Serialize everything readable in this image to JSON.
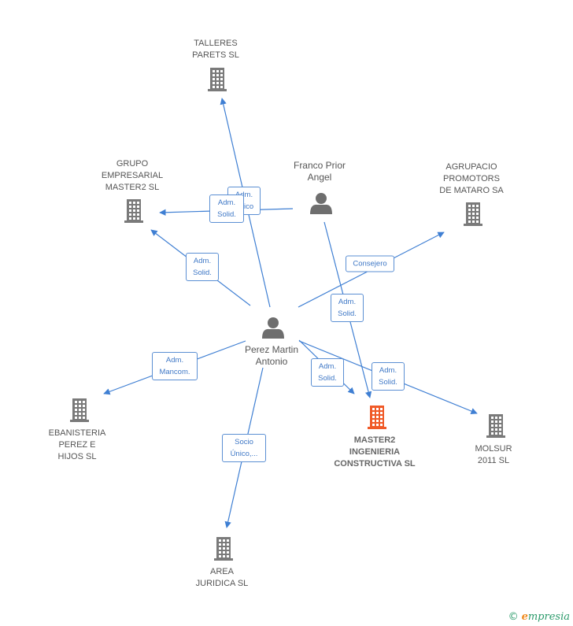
{
  "colors": {
    "edge": "#3f7fd3",
    "company": "#7a7a7a",
    "person": "#6e6e6e",
    "focus": "#f05a28"
  },
  "nodes": [
    {
      "id": "talleres",
      "kind": "company",
      "label": "TALLERES\nPARETS  SL"
    },
    {
      "id": "grupo",
      "kind": "company",
      "label": "GRUPO\nEMPRESARIAL\nMASTER2 SL"
    },
    {
      "id": "franco",
      "kind": "person",
      "label": "Franco Prior\nAngel"
    },
    {
      "id": "agrupacio",
      "kind": "company",
      "label": "AGRUPACIO\nPROMOTORS\nDE MATARO SA"
    },
    {
      "id": "perez",
      "kind": "person",
      "label": "Perez Martin\nAntonio"
    },
    {
      "id": "ebanisteria",
      "kind": "company",
      "label": "EBANISTERIA\nPEREZ E\nHIJOS SL"
    },
    {
      "id": "master2",
      "kind": "focus",
      "label": "MASTER2\nINGENIERIA\nCONSTRUCTIVA SL"
    },
    {
      "id": "molsur",
      "kind": "company",
      "label": "MOLSUR\n2011 SL"
    },
    {
      "id": "area",
      "kind": "company",
      "label": "AREA\nJURIDICA SL"
    }
  ],
  "edges": [
    {
      "id": "e1",
      "from": "perez",
      "to": "talleres",
      "label": "Adm.\nUnico"
    },
    {
      "id": "e2",
      "from": "franco",
      "to": "grupo",
      "label": "Adm.\nSolid."
    },
    {
      "id": "e3",
      "from": "perez",
      "to": "grupo",
      "label": "Adm.\nSolid."
    },
    {
      "id": "e4",
      "from": "perez",
      "to": "agrupacio",
      "label": "Consejero"
    },
    {
      "id": "e5",
      "from": "franco",
      "to": "master2",
      "label": "Adm.\nSolid."
    },
    {
      "id": "e6",
      "from": "perez",
      "to": "ebanisteria",
      "label": "Adm.\nMancom."
    },
    {
      "id": "e7",
      "from": "perez",
      "to": "master2",
      "label": "Adm.\nSolid."
    },
    {
      "id": "e8",
      "from": "perez",
      "to": "molsur",
      "label": "Adm.\nSolid."
    },
    {
      "id": "e9",
      "from": "perez",
      "to": "area",
      "label": "Socio\nÚnico,..."
    }
  ],
  "brand": {
    "copyright": "©",
    "first_letter": "e",
    "rest": "mpresia"
  }
}
